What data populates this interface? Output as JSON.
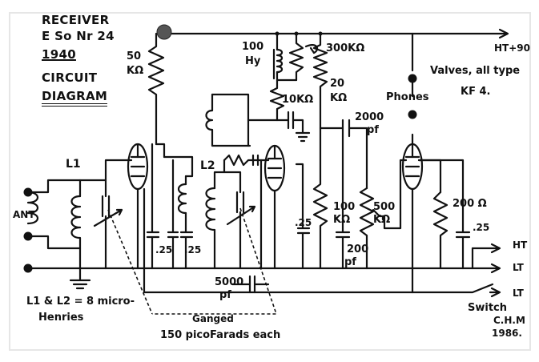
{
  "title": {
    "line1": "RECEIVER",
    "line2": "E So Nr 24",
    "year": "1940",
    "line4": "CIRCUIT",
    "line5": "DIAGRAM"
  },
  "labels": {
    "r_50k_a": "50",
    "r_50k_b": "KΩ",
    "choke_a": "100",
    "choke_b": "Hy",
    "r_300k": "300KΩ",
    "r_20k_a": "20",
    "r_20k_b": "KΩ",
    "r_10k": "10KΩ",
    "c_2000_a": "2000",
    "c_2000_b": "pf",
    "ht_plus": "HT+90",
    "valves": "Valves, all type",
    "valve_type": "KF 4.",
    "phones": "Phones",
    "l1": "L1",
    "l2": "L2",
    "ant": "ANT",
    "c_25_1": ".25",
    "c_25_2": ".25",
    "c_25_3": ".25",
    "c_25_4": ".25",
    "r_100k_a": "100",
    "r_100k_b": "KΩ",
    "r_500k_a": "500",
    "r_500k_b": "KΩ",
    "c_200_a": "200",
    "c_200_b": "pf",
    "r_200": "200 Ω",
    "c_5000_a": "5000",
    "c_5000_b": "pf",
    "ht": "HT",
    "lt": "LT",
    "lt2": "LT",
    "inductance_a": "L1 & L2 = 8 micro-",
    "inductance_b": "Henries",
    "ganged": "Ganged",
    "pico": "150 picoFarads each",
    "switch": "Switch",
    "author": "C.H.M",
    "date": "1986."
  }
}
